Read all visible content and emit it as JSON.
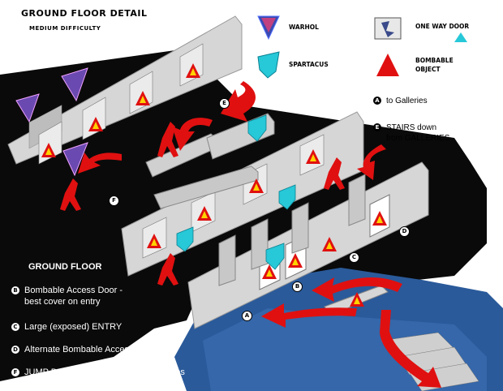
{
  "header": {
    "title": "GROUND FLOOR DETAIL",
    "difficulty": "MEDIUM DIFFICULTY"
  },
  "legend": {
    "warhol": "WARHOL",
    "spartacus": "SPARTACUS",
    "one_way_door": "ONE WAY DOOR",
    "bombable_line1": "BOMBABLE",
    "bombable_line2": "OBJECT"
  },
  "map_notes": [
    {
      "marker": "A",
      "text": "to Galleries"
    },
    {
      "marker": "E",
      "text": "STAIRS down",
      "text2": "from GALLERIES"
    }
  ],
  "key": {
    "title": "GROUND FLOOR",
    "items": [
      {
        "marker": "B",
        "line1": "Bombable Access Door -",
        "line2": "best cover on entry"
      },
      {
        "marker": "C",
        "line1": "Large (exposed) ENTRY"
      },
      {
        "marker": "D",
        "line1": "Alternate Bombable Access Door"
      },
      {
        "marker": "F",
        "line1": "JUMP DOWN from Suspended Galleries"
      }
    ]
  },
  "map_labels": [
    "A",
    "B",
    "C",
    "D",
    "E",
    "F"
  ],
  "colors": {
    "floor_dark": "#0a0a0a",
    "floor_blue": "#2a5a9a",
    "wall": "#d6d6d6",
    "arrow": "#e01010",
    "spartacus": "#27c8d8",
    "warhol": "#5a3a9a"
  }
}
